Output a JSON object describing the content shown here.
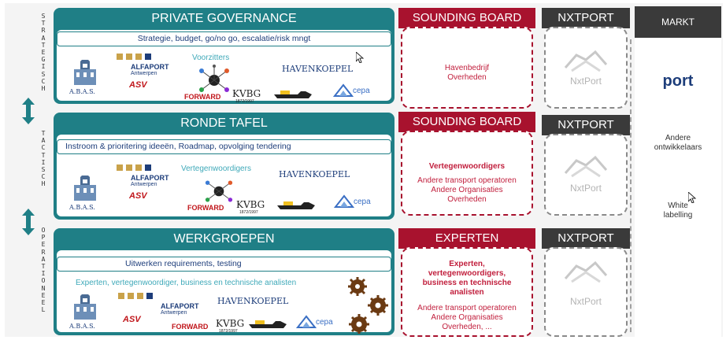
{
  "left_labels": {
    "strategisch": "STRATEGISCH",
    "tactisch": "TACTISCH",
    "operationeel": "OPERATIONEEL"
  },
  "blocks": [
    {
      "title": "PRIVATE GOVERNANCE",
      "bar": "Strategie, budget, go/no go, escalatie/risk mngt",
      "label": "Voorzitters"
    },
    {
      "title": "RONDE TAFEL",
      "bar": "Instroom & prioritering ideeën, Roadmap, opvolging tendering",
      "label": "Vertegenwoordigers"
    },
    {
      "title": "WERKGROEPEN",
      "bar": "Uitwerken requirements, testing",
      "label": "Experten, vertegenwoordiger, business en technische analisten"
    }
  ],
  "logos": {
    "abas": "A.B.A.S.",
    "alfaport": "ALFAPORT",
    "alfaport_sub": "Antwerpen",
    "asv": "ASV",
    "forward": "FORWARD",
    "kvbg": "KVBG",
    "kvbg_sub": "1872/1997",
    "havenkoepel": "HAVENKOEPEL",
    "cepa": "cepa"
  },
  "sounding": [
    {
      "header": "SOUNDING BOARD",
      "lines": [
        "Havenbedrijf",
        "Overheden"
      ]
    },
    {
      "header": "SOUNDING BOARD",
      "bold": [
        "Vertegenwoordigers"
      ],
      "lines": [
        "Andere transport operatoren",
        "Andere Organisaties",
        "Overheden"
      ]
    },
    {
      "header": "EXPERTEN",
      "bold": [
        "Experten,",
        "vertegenwoordigers,",
        "business en technische",
        "analisten"
      ],
      "lines": [
        "Andere transport operatoren",
        "Andere Organisaties",
        "Overheden, ..."
      ]
    }
  ],
  "nxtport": [
    {
      "header": "NXTPORT",
      "logo": "NxtPort"
    },
    {
      "header": "NXTPORT",
      "logo": "NxtPort"
    },
    {
      "header": "NXTPORT",
      "logo": "NxtPort"
    }
  ],
  "markt": {
    "header": "MARKT",
    "logo": "port",
    "item1": [
      "Andere",
      "ontwikkelaars"
    ],
    "item2": [
      "White",
      "labelling"
    ]
  },
  "colors": {
    "teal": "#1f7f86",
    "red": "#a8122e",
    "dark": "#3a3a3a"
  }
}
